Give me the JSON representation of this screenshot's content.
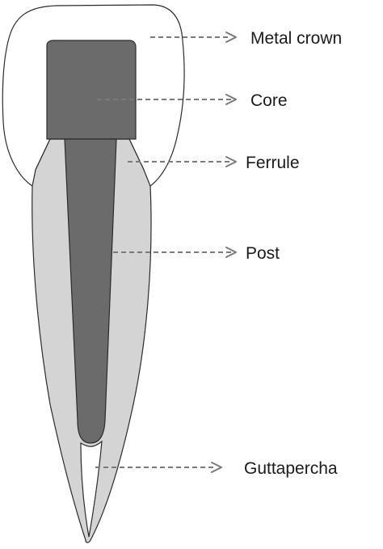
{
  "colors": {
    "crown_fill": "#ffffff",
    "root_fill": "#d4d4d4",
    "post_core_fill": "#6b6b6b",
    "guttapercha_fill": "#ffffff",
    "outline": "#2b2b2b",
    "leader": "#7a7a7a"
  },
  "labels": {
    "metal_crown": "Metal crown",
    "core": "Core",
    "ferrule": "Ferrule",
    "post": "Post",
    "guttapercha": "Guttapercha"
  }
}
